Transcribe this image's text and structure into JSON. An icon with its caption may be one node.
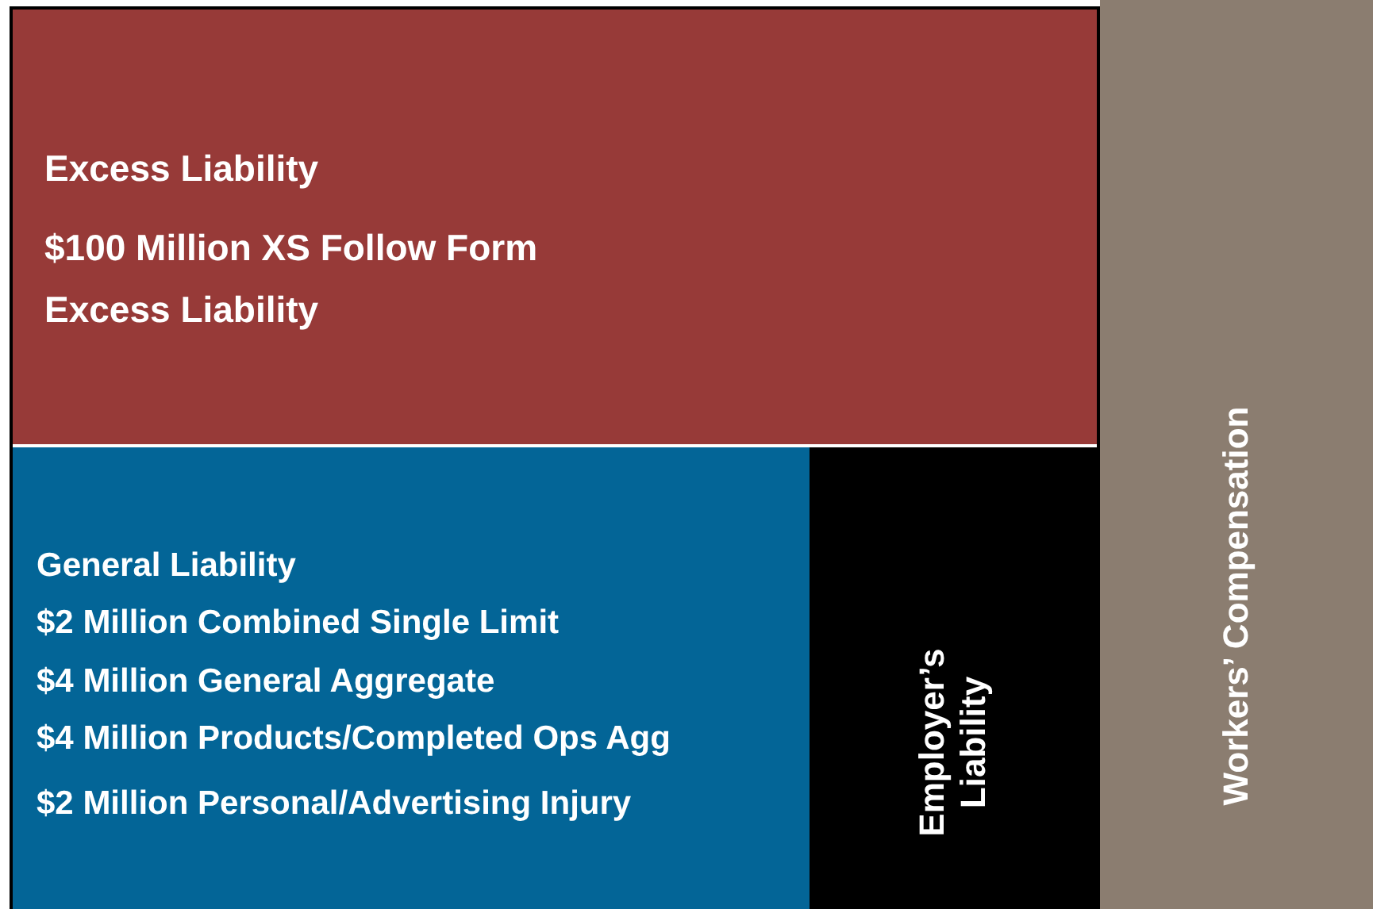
{
  "diagram": {
    "nodes": [
      {
        "text": [
          "Excess Liability",
          "$100 Million XS Follow Form Excess Liability"
        ]
      },
      {
        "text": [
          "General Liability",
          "$2 Million Combined Single Limit",
          "$4 Million General Aggregate",
          "$4 Million Products/Completed Ops Agg",
          "$2 Million Personal/Advertising Injury"
        ]
      },
      {
        "text": [
          "Employer’s Liability"
        ]
      },
      {
        "text": [
          "Workers’ Compensation"
        ]
      }
    ]
  }
}
